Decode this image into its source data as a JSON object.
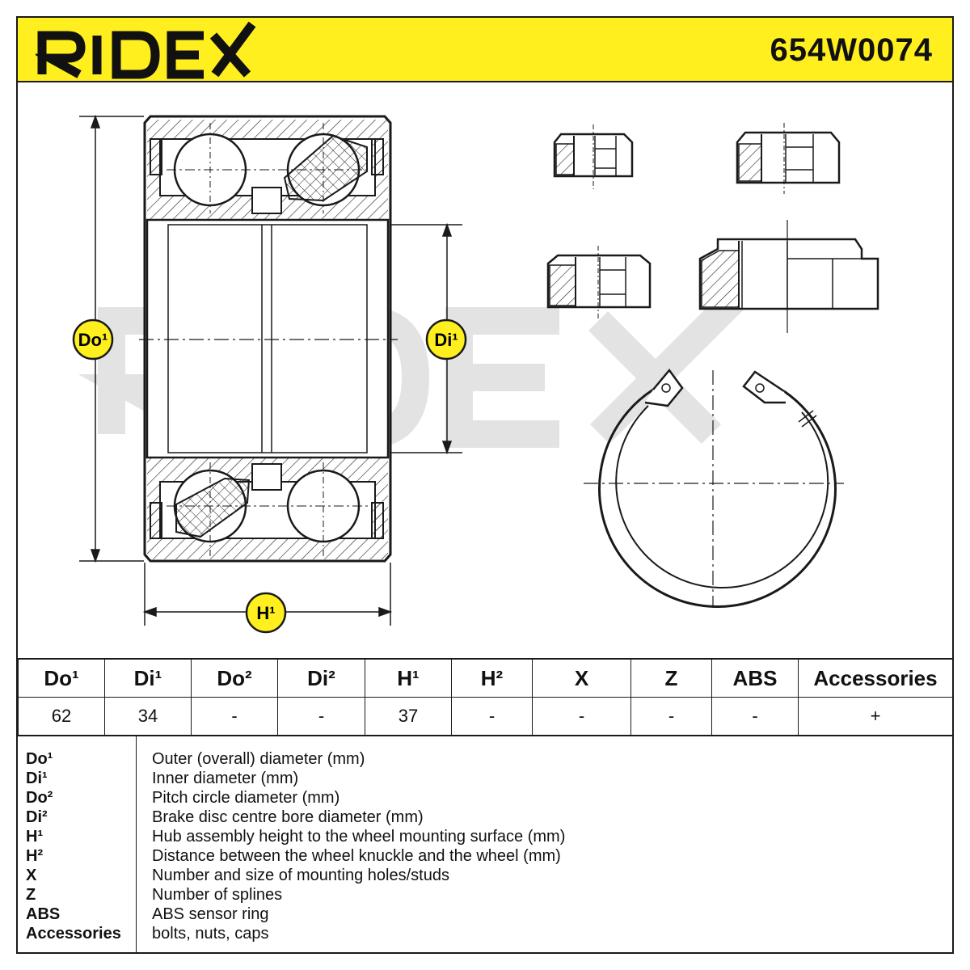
{
  "header": {
    "brand": "RIDEX",
    "part_number": "654W0074",
    "accent_color": "#ffef1f"
  },
  "diagram": {
    "watermark": "RIDEX",
    "label_do1": "Do¹",
    "label_di1": "Di¹",
    "label_h1": "H¹"
  },
  "specs": {
    "headers": [
      "Do¹",
      "Di¹",
      "Do²",
      "Di²",
      "H¹",
      "H²",
      "X",
      "Z",
      "ABS",
      "Accessories"
    ],
    "values": [
      "62",
      "34",
      "-",
      "-",
      "37",
      "-",
      "-",
      "-",
      "-",
      "+"
    ]
  },
  "legend": [
    {
      "key": "Do¹",
      "desc": "Outer (overall) diameter (mm)"
    },
    {
      "key": "Di¹",
      "desc": "Inner diameter (mm)"
    },
    {
      "key": "Do²",
      "desc": "Pitch circle diameter (mm)"
    },
    {
      "key": "Di²",
      "desc": "Brake disc centre bore diameter (mm)"
    },
    {
      "key": "H¹",
      "desc": "Hub assembly height to the wheel mounting surface (mm)"
    },
    {
      "key": "H²",
      "desc": "Distance between the wheel knuckle and the wheel (mm)"
    },
    {
      "key": "X",
      "desc": "Number and size of mounting holes/studs"
    },
    {
      "key": "Z",
      "desc": "Number of splines"
    },
    {
      "key": "ABS",
      "desc": "ABS sensor ring"
    },
    {
      "key": "Accessories",
      "desc": "bolts, nuts, caps"
    }
  ]
}
